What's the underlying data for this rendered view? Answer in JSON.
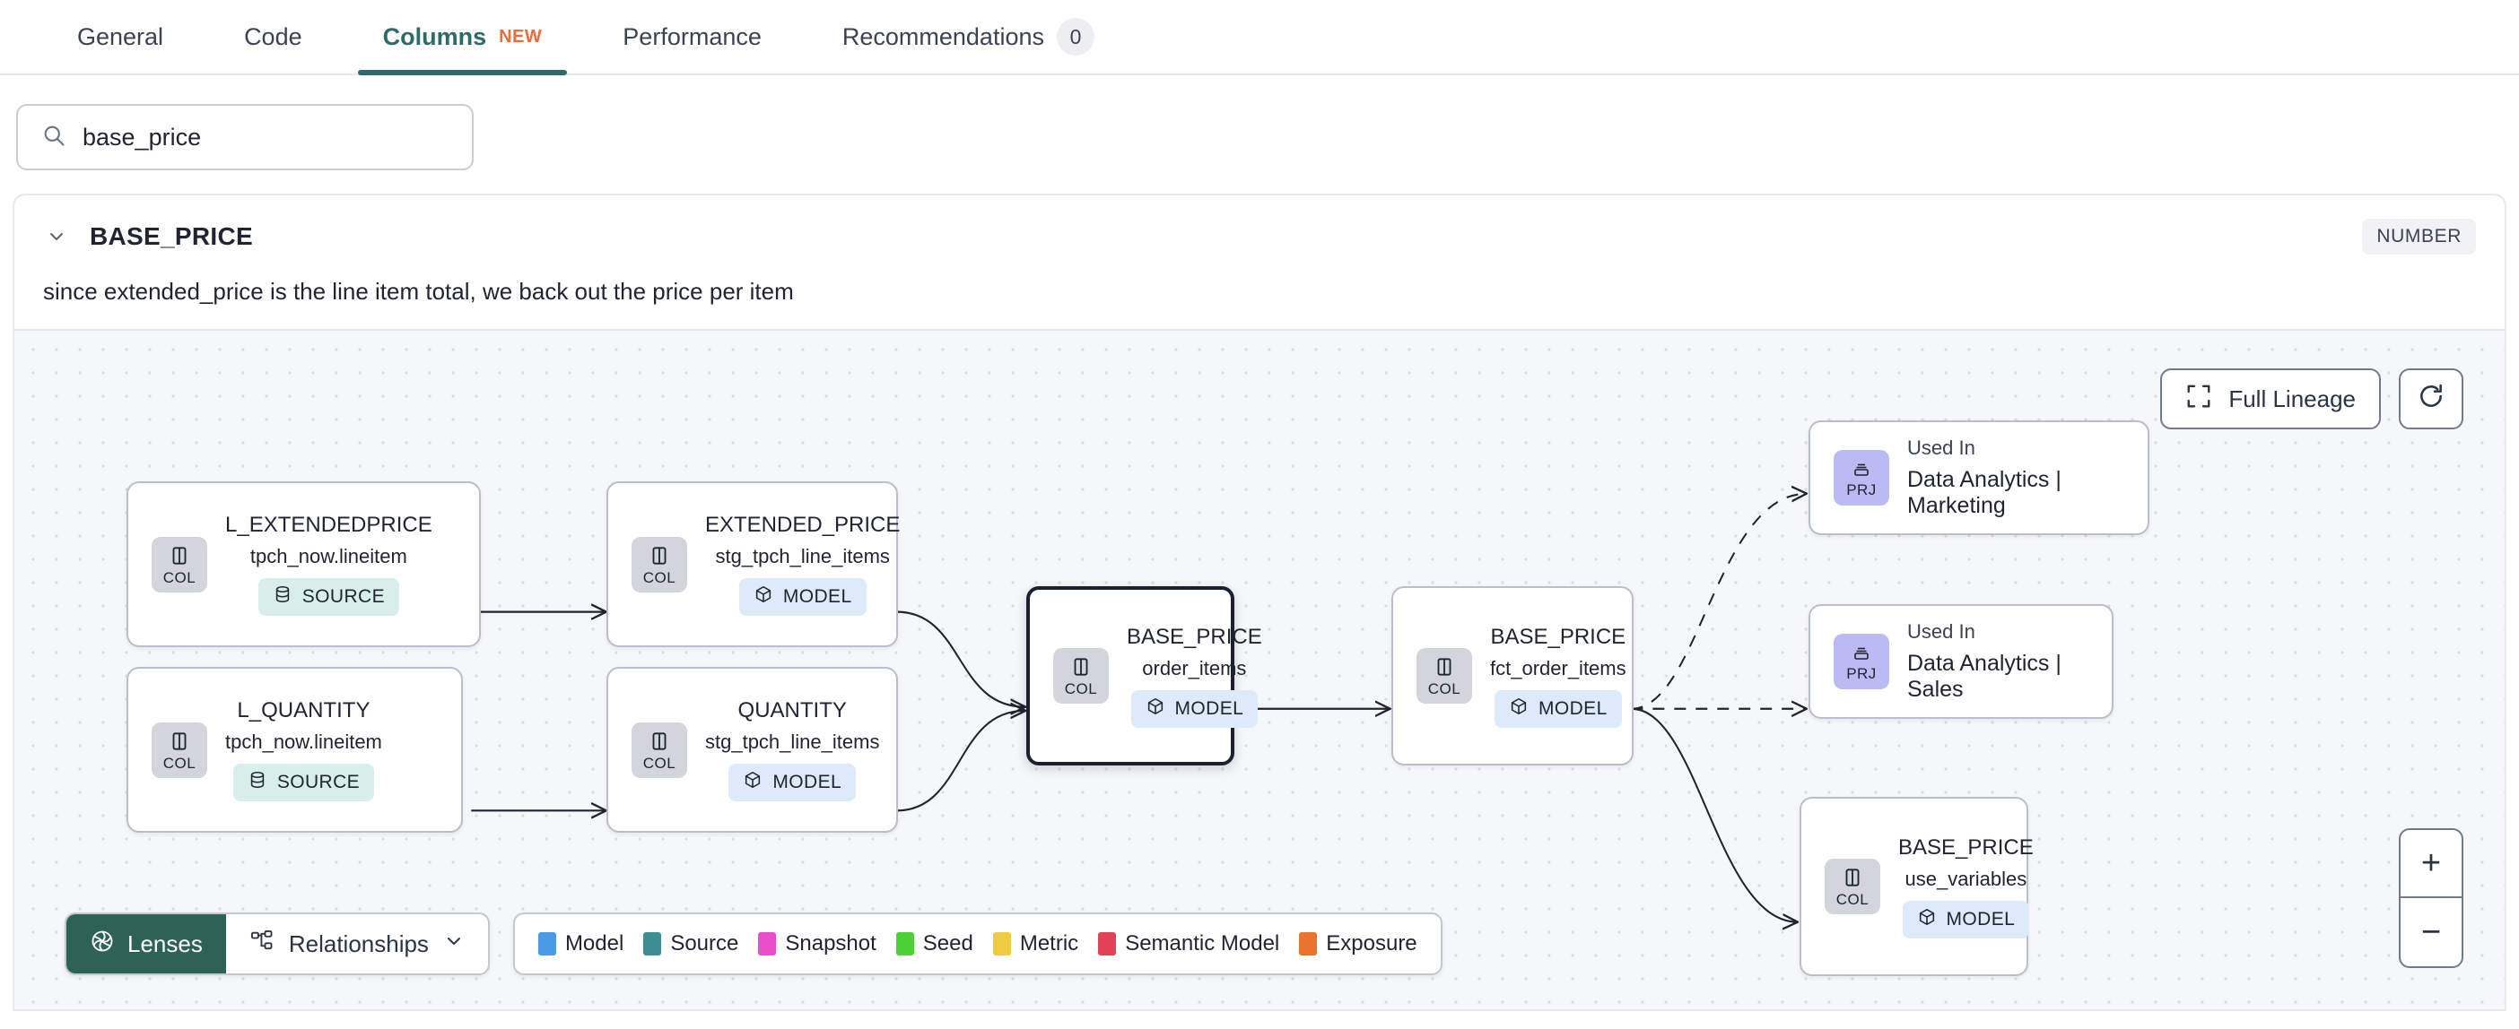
{
  "tabs": [
    {
      "label": "General",
      "active": false,
      "badge": null,
      "new": false,
      "name": "tab-general"
    },
    {
      "label": "Code",
      "active": false,
      "badge": null,
      "new": false,
      "name": "tab-code"
    },
    {
      "label": "Columns",
      "active": true,
      "badge": null,
      "new": true,
      "new_label": "NEW",
      "name": "tab-columns"
    },
    {
      "label": "Performance",
      "active": false,
      "badge": null,
      "new": false,
      "name": "tab-performance"
    },
    {
      "label": "Recommendations",
      "active": false,
      "badge": "0",
      "new": false,
      "name": "tab-recommendations"
    }
  ],
  "search": {
    "value": "base_price",
    "placeholder": "Search columns",
    "icon": "search-icon"
  },
  "column": {
    "name": "BASE_PRICE",
    "type_badge": "NUMBER",
    "description": "since extended_price is the line item total, we back out the price per item",
    "expanded": true
  },
  "canvas": {
    "full_lineage_label": "Full Lineage",
    "refresh_icon": "refresh-icon",
    "zoom_in_label": "+",
    "zoom_out_label": "−",
    "lenses_label": "Lenses",
    "relationships_label": "Relationships"
  },
  "legend": [
    {
      "label": "Model",
      "color": "#4a9ae5"
    },
    {
      "label": "Source",
      "color": "#3e8e95"
    },
    {
      "label": "Snapshot",
      "color": "#e84fc8"
    },
    {
      "label": "Seed",
      "color": "#4cd137"
    },
    {
      "label": "Metric",
      "color": "#efcb3f"
    },
    {
      "label": "Semantic Model",
      "color": "#e14257"
    },
    {
      "label": "Exposure",
      "color": "#e8742e"
    }
  ],
  "nodes": [
    {
      "id": "l_extendedprice",
      "badge": "COL",
      "badge_kind": "col",
      "title": "L_EXTENDEDPRICE",
      "subtitle": "tpch_now.lineitem",
      "pill": "SOURCE",
      "pill_kind": "source",
      "focus": false
    },
    {
      "id": "l_quantity",
      "badge": "COL",
      "badge_kind": "col",
      "title": "L_QUANTITY",
      "subtitle": "tpch_now.lineitem",
      "pill": "SOURCE",
      "pill_kind": "source",
      "focus": false
    },
    {
      "id": "extended_price",
      "badge": "COL",
      "badge_kind": "col",
      "title": "EXTENDED_PRICE",
      "subtitle": "stg_tpch_line_items",
      "pill": "MODEL",
      "pill_kind": "model",
      "focus": false
    },
    {
      "id": "quantity",
      "badge": "COL",
      "badge_kind": "col",
      "title": "QUANTITY",
      "subtitle": "stg_tpch_line_items",
      "pill": "MODEL",
      "pill_kind": "model",
      "focus": false
    },
    {
      "id": "base_price_order_items",
      "badge": "COL",
      "badge_kind": "col",
      "title": "BASE_PRICE",
      "subtitle": "order_items",
      "pill": "MODEL",
      "pill_kind": "model",
      "focus": true
    },
    {
      "id": "base_price_fct",
      "badge": "COL",
      "badge_kind": "col",
      "title": "BASE_PRICE",
      "subtitle": "fct_order_items",
      "pill": "MODEL",
      "pill_kind": "model",
      "focus": false
    },
    {
      "id": "base_price_use_variables",
      "badge": "COL",
      "badge_kind": "col",
      "title": "BASE_PRICE",
      "subtitle": "use_variables",
      "pill": "MODEL",
      "pill_kind": "model",
      "focus": false
    }
  ],
  "project_nodes": [
    {
      "id": "prj_marketing",
      "badge": "PRJ",
      "used_in_label": "Used In",
      "value": "Data Analytics | Marketing"
    },
    {
      "id": "prj_sales",
      "badge": "PRJ",
      "used_in_label": "Used In",
      "value": "Data Analytics | Sales"
    }
  ]
}
